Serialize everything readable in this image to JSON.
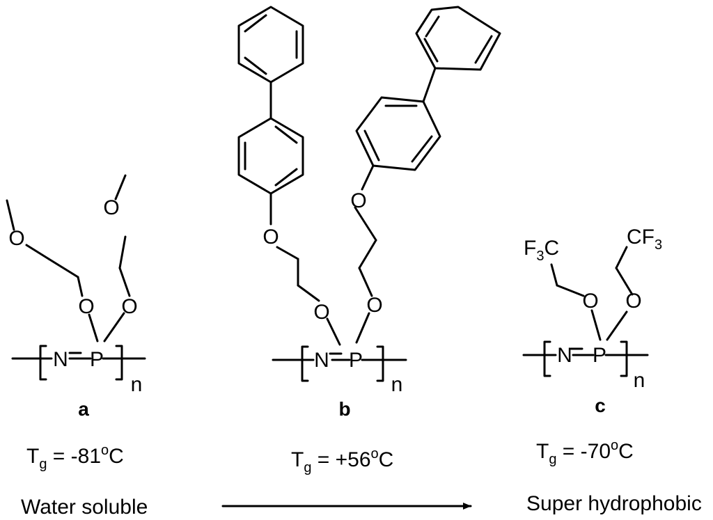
{
  "atoms": {
    "N": "N",
    "P": "P",
    "O": "O",
    "n": "n",
    "C": "C",
    "F": "F",
    "sub3": "3"
  },
  "compounds": [
    {
      "letter": "a",
      "tg_label": "T",
      "tg_sub": "g",
      "tg_value": " = -81",
      "tg_deg": "o",
      "tg_unit": "C"
    },
    {
      "letter": "b",
      "tg_label": "T",
      "tg_sub": "g",
      "tg_value": " = +56",
      "tg_deg": "o",
      "tg_unit": "C"
    },
    {
      "letter": "c",
      "tg_label": "T",
      "tg_sub": "g",
      "tg_value": " = -70",
      "tg_deg": "o",
      "tg_unit": "C"
    }
  ],
  "trend": {
    "left": "Water soluble",
    "right": "Super hydrophobic"
  }
}
